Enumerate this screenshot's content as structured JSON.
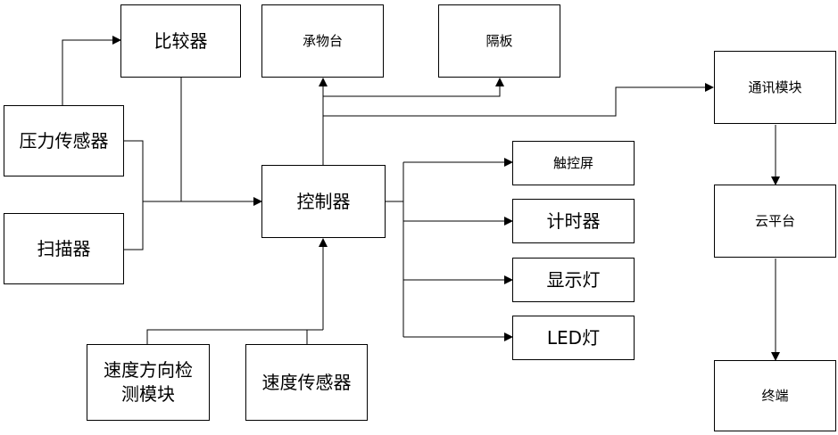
{
  "nodes": {
    "comparator": "比较器",
    "stage": "承物台",
    "partition": "隔板",
    "comm_module": "通讯模块",
    "pressure_sensor": "压力传感器",
    "scanner": "扫描器",
    "controller": "控制器",
    "touchscreen": "触控屏",
    "timer": "计时器",
    "indicator_light": "显示灯",
    "led_light": "LED灯",
    "cloud_platform": "云平台",
    "terminal": "终端",
    "direction_detector_line1": "速度方向检",
    "direction_detector_line2": "测模块",
    "speed_sensor": "速度传感器"
  },
  "edges": [
    {
      "from": "pressure_sensor",
      "to": "comparator"
    },
    {
      "from": "pressure_sensor",
      "to": "controller"
    },
    {
      "from": "scanner",
      "to": "controller"
    },
    {
      "from": "comparator",
      "to": "controller"
    },
    {
      "from": "controller",
      "to": "stage"
    },
    {
      "from": "controller",
      "to": "partition"
    },
    {
      "from": "controller",
      "to": "comm_module"
    },
    {
      "from": "controller",
      "to": "touchscreen"
    },
    {
      "from": "controller",
      "to": "timer"
    },
    {
      "from": "controller",
      "to": "indicator_light"
    },
    {
      "from": "controller",
      "to": "led_light"
    },
    {
      "from": "direction_detector",
      "to": "controller"
    },
    {
      "from": "speed_sensor",
      "to": "controller"
    },
    {
      "from": "comm_module",
      "to": "cloud_platform"
    },
    {
      "from": "cloud_platform",
      "to": "terminal"
    }
  ]
}
